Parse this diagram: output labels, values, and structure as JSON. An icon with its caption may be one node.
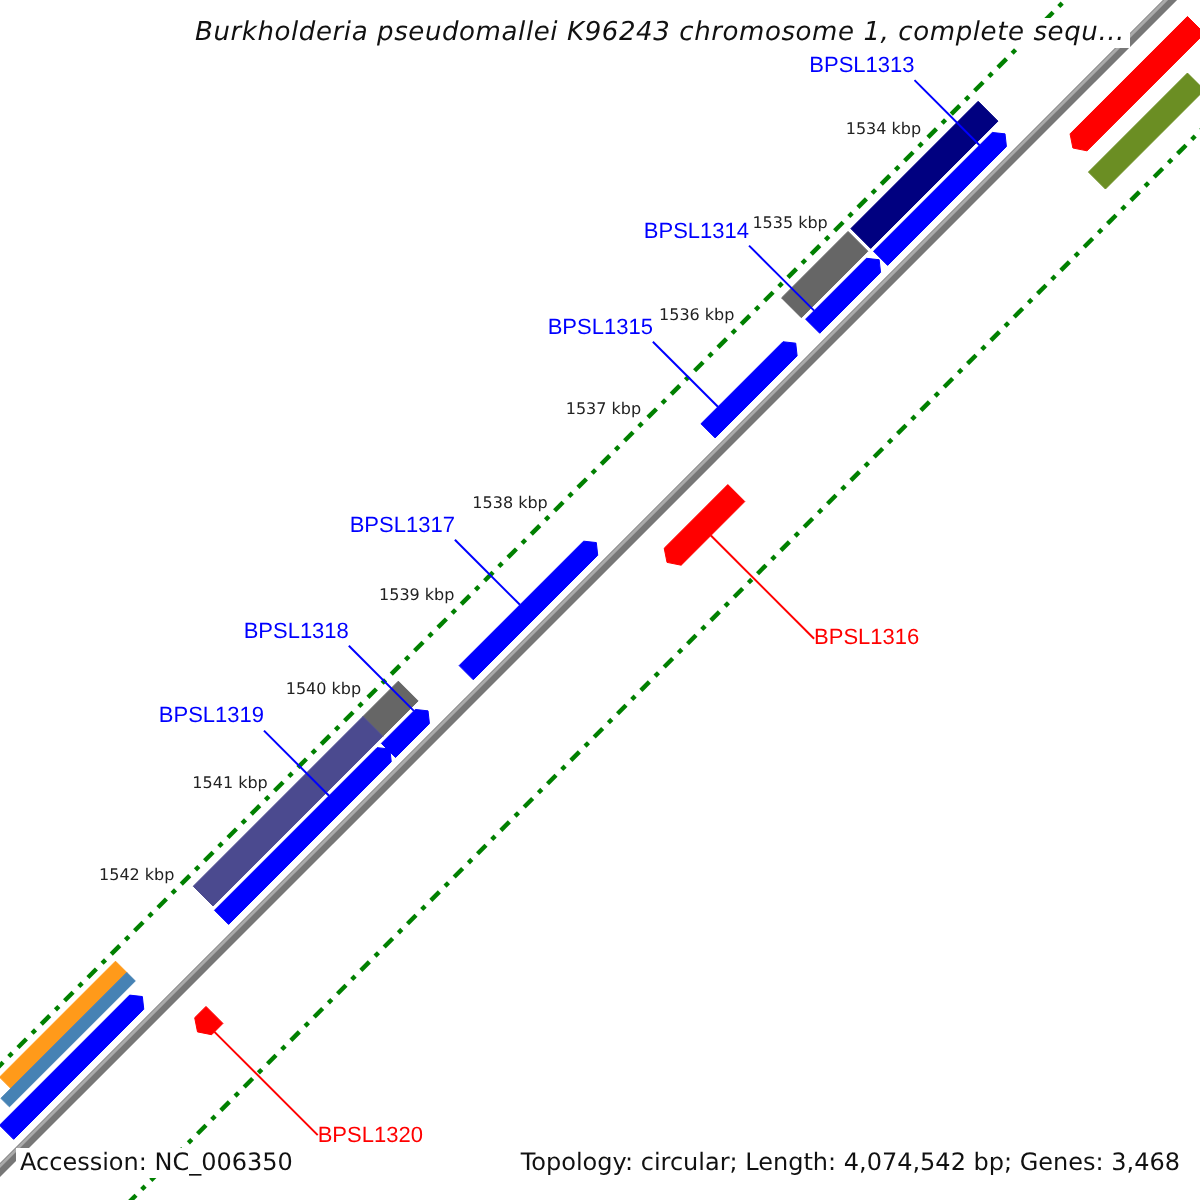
{
  "diagram": {
    "title": "Burkholderia pseudomallei K96243 chromosome 1, complete sequ...",
    "nodes": [
      {
        "text": [
          "BPSL1313"
        ]
      },
      {
        "text": [
          "BPSL1314"
        ]
      },
      {
        "text": [
          "BPSL1315"
        ]
      },
      {
        "text": [
          "BPSL1317"
        ]
      },
      {
        "text": [
          "BPSL1318"
        ]
      },
      {
        "text": [
          "BPSL1316"
        ]
      },
      {
        "text": [
          "BPSL1319"
        ]
      },
      {
        "text": [
          "BPSL1320"
        ]
      },
      {
        "text": [],
        "shape": "bar"
      },
      {
        "text": [],
        "shape": "bar"
      },
      {
        "text": [],
        "shape": "bar"
      },
      {
        "text": [],
        "shape": "bar"
      },
      {
        "text": [],
        "shape": "bar"
      },
      {
        "text": [],
        "shape": "bar"
      },
      {
        "text": [],
        "shape": "bar"
      },
      {
        "text": [],
        "shape": "bar"
      },
      {
        "text": [],
        "shape": "bar"
      },
      {
        "text": [],
        "shape": "bar"
      },
      {
        "text": [],
        "shape": "bar"
      },
      {
        "text": [],
        "shape": "bar"
      },
      {
        "text": [],
        "shape": "bar"
      },
      {
        "text": [],
        "shape": "bar"
      },
      {
        "text": [],
        "shape": "bar"
      },
      {
        "text": [],
        "shape": "bar"
      },
      {
        "text": [],
        "shape": "bar"
      }
    ],
    "edges": [
      {
        "from": 0,
        "to": 11,
        "arrow": "none"
      },
      {
        "from": 1,
        "to": 13,
        "arrow": "none"
      },
      {
        "from": 2,
        "to": 14,
        "arrow": "none"
      },
      {
        "from": 3,
        "to": 16,
        "arrow": "none"
      },
      {
        "from": 4,
        "to": 18,
        "arrow": "none"
      },
      {
        "from": 5,
        "to": 15,
        "arrow": "none",
        "color": "#ff0000"
      },
      {
        "from": 6,
        "to": 20,
        "arrow": "none"
      },
      {
        "from": 7,
        "to": 23,
        "arrow": "none",
        "color": "#ff0000"
      }
    ],
    "labels": [
      "1534 kbp",
      "1535 kbp",
      "1536 kbp",
      "1537 kbp",
      "1538 kbp",
      "1539 kbp",
      "1540 kbp",
      "1541 kbp",
      "1542 kbp",
      "Accession: NC_006350",
      "Topology: circular; Length: 4,074,542 bp; Genes: 3,468"
    ]
  }
}
